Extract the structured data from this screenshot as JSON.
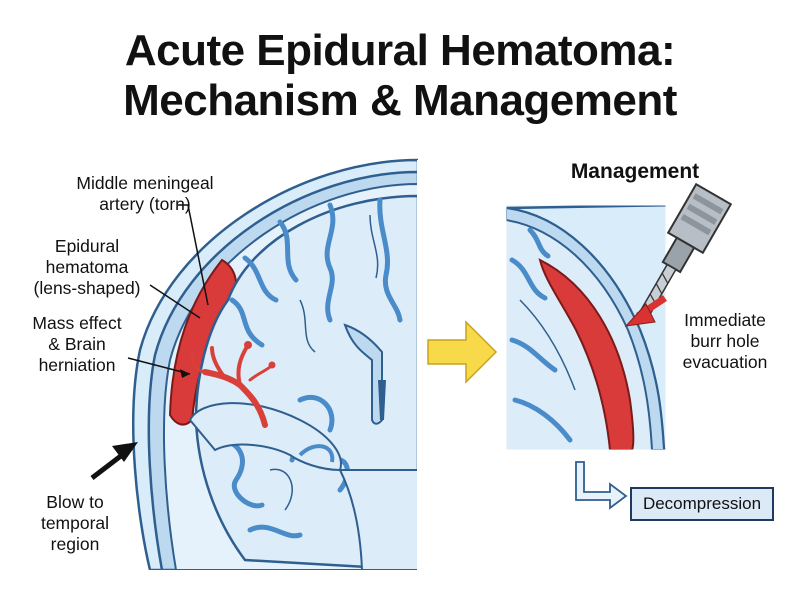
{
  "title": {
    "line1": "Acute Epidural Hematoma:",
    "line2": "Mechanism & Management"
  },
  "labels": {
    "artery_l1": "Middle meningeal",
    "artery_l2": "artery (torn)",
    "hematoma_l1": "Epidural",
    "hematoma_l2": "hematoma",
    "hematoma_l3": "(lens-shaped)",
    "mass_l1": "Mass effect",
    "mass_l2": "& Brain",
    "mass_l3": "herniation",
    "blow_l1": "Blow to",
    "blow_l2": "temporal",
    "blow_l3": "region"
  },
  "management": {
    "title": "Management",
    "burr_l1": "Immediate",
    "burr_l2": "burr hole",
    "burr_l3": "evacuation",
    "result": "Decompression"
  },
  "colors": {
    "skull_fill": "#cfe6f7",
    "skull_stroke": "#2f5f8f",
    "brain_fill": "#dcecf9",
    "sulci": "#4a8bc9",
    "hematoma": "#d93a3a",
    "artery": "#d9403a",
    "flow_arrow": "#f7d94a",
    "burr_arrow": "#d93232"
  }
}
